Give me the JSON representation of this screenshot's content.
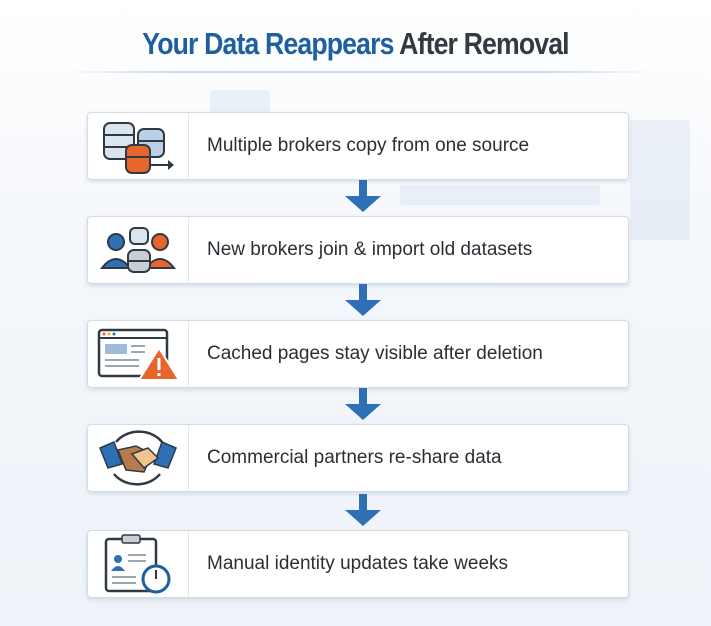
{
  "title": {
    "highlight": "Your Data Reappears",
    "rest": "After Removal"
  },
  "steps": [
    {
      "icon": "databases-copy-icon",
      "label": "Multiple brokers copy from one source"
    },
    {
      "icon": "people-datasets-icon",
      "label": "New brokers join & import old datasets"
    },
    {
      "icon": "cached-page-warning-icon",
      "label": "Cached pages stay visible after deletion"
    },
    {
      "icon": "handshake-cycle-icon",
      "label": "Commercial partners re-share data"
    },
    {
      "icon": "clipboard-clock-icon",
      "label": "Manual identity updates take weeks"
    }
  ],
  "colors": {
    "blue": "#1d5fa0",
    "orange": "#e8662b",
    "dark": "#333a42"
  }
}
